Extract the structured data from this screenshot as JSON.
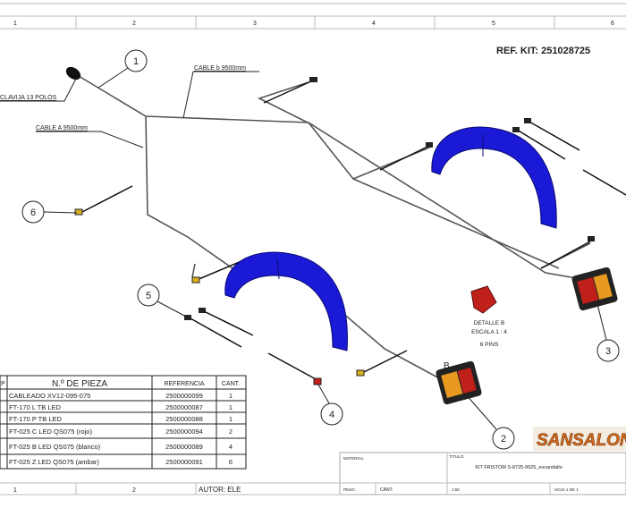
{
  "drawing": {
    "ref_kit": "REF. KIT: 251028725",
    "zones_top": [
      "1",
      "2",
      "3",
      "4",
      "5",
      "6"
    ],
    "zones_bottom": [
      "1",
      "2"
    ],
    "author": "AUTOR: ELE"
  },
  "labels": {
    "plug": "CLAVIJA 13 POLOS",
    "cable_a": "CABLE A 9500mm",
    "cable_b": "CABLE b 9500mm",
    "detail_letter": "B",
    "detail_title": "DETALLE B",
    "detail_scale": "ESCALA 1 : 4",
    "detail_pins": "6 PINS"
  },
  "balloons": [
    "1",
    "2",
    "3",
    "4",
    "5",
    "6"
  ],
  "bom": {
    "headers": [
      "P",
      "N.º DE PIEZA",
      "REFERENCIA",
      "CANT."
    ],
    "rows": [
      {
        "name": "CABLEADO XV12-095-075",
        "ref": "2500000099",
        "qty": "1"
      },
      {
        "name": "FT-170 L TB LED",
        "ref": "2500000087",
        "qty": "1"
      },
      {
        "name": "FT-170 P TB LED",
        "ref": "2500000088",
        "qty": "1"
      },
      {
        "name": "FT-025 C LED QS075 (rojo)",
        "ref": "2500000094",
        "qty": "2"
      },
      {
        "name": "FT-025 B LED QS075 (blanco)",
        "ref": "2500000089",
        "qty": "4"
      },
      {
        "name": "FT-025 Z LED QS075 (ambar)",
        "ref": "2500000091",
        "qty": "6"
      }
    ]
  },
  "title_block": {
    "logo": "SANSALON",
    "material_label": "MATERIAL:",
    "title_label": "TITULO:",
    "title": "KIT FRISTOM S-8725-9025_escandallo",
    "weight_label": "PESO:",
    "qty_label": "CANT:",
    "scale": "1:50",
    "sheet": "HOJA 1 DE 1"
  },
  "colors": {
    "fender": "#1a1ad6",
    "lamp_red": "#c0201a",
    "lamp_amber": "#e89a20",
    "logo": "#d2691e"
  }
}
